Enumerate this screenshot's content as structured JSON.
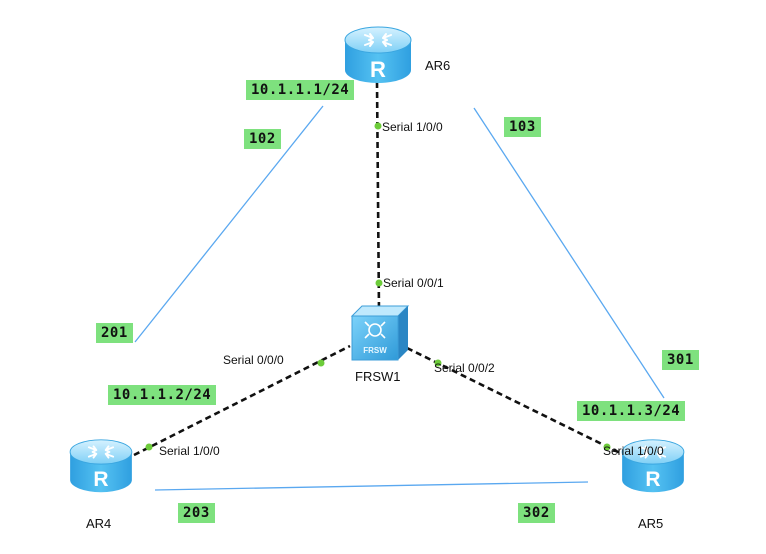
{
  "devices": {
    "ar6": {
      "name": "AR6",
      "glyph": "R"
    },
    "ar4": {
      "name": "AR4",
      "glyph": "R"
    },
    "ar5": {
      "name": "AR5",
      "glyph": "R"
    },
    "frsw1": {
      "name": "FRSW1",
      "glyph": "FRSW"
    }
  },
  "ports": {
    "ar6_s100": "Serial 1/0/0",
    "frsw_s001": "Serial 0/0/1",
    "frsw_s000": "Serial 0/0/0",
    "frsw_s002": "Serial 0/0/2",
    "ar4_s100": "Serial 1/0/0",
    "ar5_s100": "Serial 1/0/0"
  },
  "ip_labels": {
    "ar6": "10.1.1.1/24",
    "ar4": "10.1.1.2/24",
    "ar5": "10.1.1.3/24"
  },
  "dlci": {
    "d102": "102",
    "d103": "103",
    "d201": "201",
    "d203": "203",
    "d301": "301",
    "d302": "302"
  },
  "colors": {
    "tag_bg": "#7ee17e",
    "pvc_line": "#5aa8f0",
    "router_body": "#4ab8ec",
    "port_dot": "#6dcc3a"
  }
}
